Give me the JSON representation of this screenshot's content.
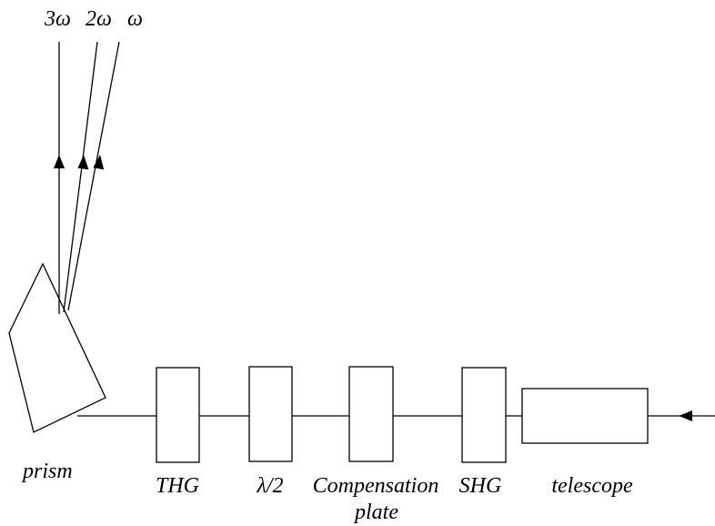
{
  "beam_labels": {
    "third": "3ω",
    "second": "2ω",
    "fundamental": "ω"
  },
  "components": {
    "prism": "prism",
    "thg": "THG",
    "half_wave": "λ/2",
    "compensation_line1": "Compensation",
    "compensation_line2": "plate",
    "shg": "SHG",
    "telescope": "telescope"
  },
  "style": {
    "stroke_color": "#000000",
    "background": "#ffffff"
  }
}
